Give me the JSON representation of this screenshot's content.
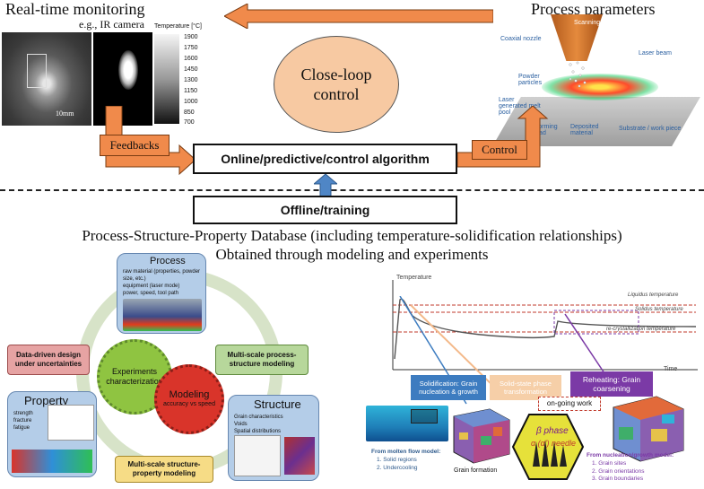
{
  "top": {
    "realtime_title": "Real-time monitoring",
    "ir_subtitle": "e.g., IR camera",
    "temp_scale_title": "Temperature [°C]",
    "temp_ticks": [
      "1900",
      "1750",
      "1600",
      "1450",
      "1300",
      "1150",
      "1000",
      "850",
      "700"
    ],
    "scale_bar_label": "10mm",
    "process_params_title": "Process parameters",
    "laser_labels": {
      "scanning_direction": "Scanning direction",
      "coaxial_nozzle": "Coaxial nozzle",
      "laser_beam": "Laser beam",
      "powder_particles": "Powder particles",
      "melt_pool": "Laser generated melt pool",
      "forming_clad": "Forming clad",
      "deposited_material": "Deposited material",
      "substrate": "Substrate / work piece"
    },
    "close_loop": "Close-loop control",
    "feedbacks": "Feedbacks",
    "control": "Control",
    "online_algorithm": "Online/predictive/control algorithm",
    "offline_training": "Offline/training"
  },
  "database": {
    "line1": "Process-Structure-Property Database (including temperature-solidification relationships)",
    "line2": "Obtained through modeling and experiments"
  },
  "cycle": {
    "process_title": "Process",
    "process_bullets": [
      "raw material (properties, powder size, etc.)",
      "equipment (laser mode)",
      "power, speed, tool path"
    ],
    "structure_title": "Structure",
    "structure_bullets": [
      "Grain characteristics",
      "Voids",
      "Spatial distributions"
    ],
    "property_title": "Property",
    "property_bullets": [
      "strength",
      "fracture",
      "fatigue"
    ],
    "data_driven": "Data-driven design under uncertainties",
    "ms_process": "Multi-scale process-structure modeling",
    "ms_structure": "Multi-scale structure-property modeling",
    "experiments": "Experiments characterization",
    "modeling": "Modeling",
    "modeling_sub": "accuracy vs speed"
  },
  "chart": {
    "ylabel": "Temperature",
    "xlabel": "Time",
    "liquidus": "Liquidus temperature",
    "solidus": "Solidus temperature",
    "recryst": "re-crystallization temperature",
    "solidification": "Solidification: Grain nucleation & growth",
    "solid_state": "Solid-state phase transformation",
    "reheating": "Reheating: Grain coarsening",
    "ongoing": "on-going work",
    "beta_phase": "β phase",
    "alpha_needle": "α (α') needle",
    "grain_formation": "Grain formation",
    "molten_title": "From molten flow model:",
    "molten_items": [
      "1.   Solid regions",
      "2.   Undercooling"
    ],
    "nucleation_title": "From nucleation/growth model:",
    "nucleation_items": [
      "1.   Grain sites",
      "2.   Grain orientations",
      "3.   Grain boundaries"
    ]
  },
  "colors": {
    "orange_label": "#f08a4b",
    "oval": "#f7c9a2",
    "box_blue": "#b4cde8",
    "arrow_blue": "#4f86c6",
    "pink": "#e6a3a3",
    "green": "#b7d79b",
    "yellow": "#f6dc86",
    "stage_blue": "#3d7cc0",
    "stage_peach": "#f6cfa8",
    "stage_purple": "#7b3aa6"
  }
}
